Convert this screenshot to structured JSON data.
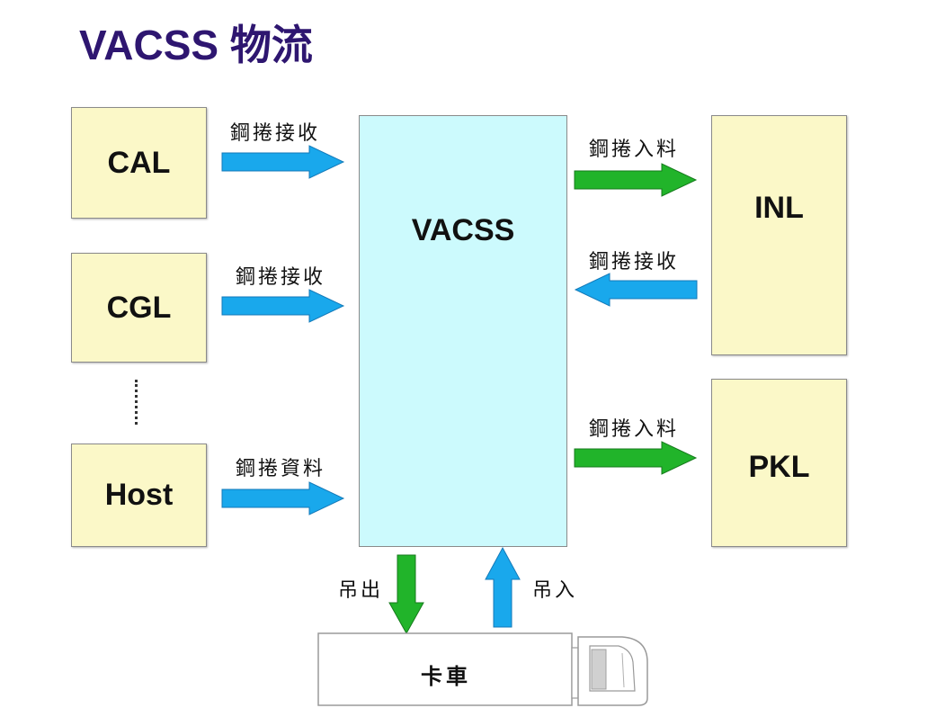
{
  "title": "VACSS 物流",
  "boxes": {
    "cal": "CAL",
    "cgl": "CGL",
    "host": "Host",
    "vacss": "VACSS",
    "inl": "INL",
    "pkl": "PKL"
  },
  "flows": {
    "cal_to_vacss": "鋼捲接收",
    "cgl_to_vacss": "鋼捲接收",
    "host_to_vacss": "鋼捲資料",
    "vacss_to_inl": "鋼捲入料",
    "inl_to_vacss": "鋼捲接收",
    "vacss_to_pkl": "鋼捲入料",
    "hoist_out": "吊出",
    "hoist_in": "吊入"
  },
  "truck": {
    "label": "卡車"
  },
  "colors": {
    "title": "#2e1670",
    "source_box": "#fbf8c8",
    "vacss_box": "#ccfafd",
    "blue_arrow": "#19a8ec",
    "green_arrow": "#21b42a"
  }
}
